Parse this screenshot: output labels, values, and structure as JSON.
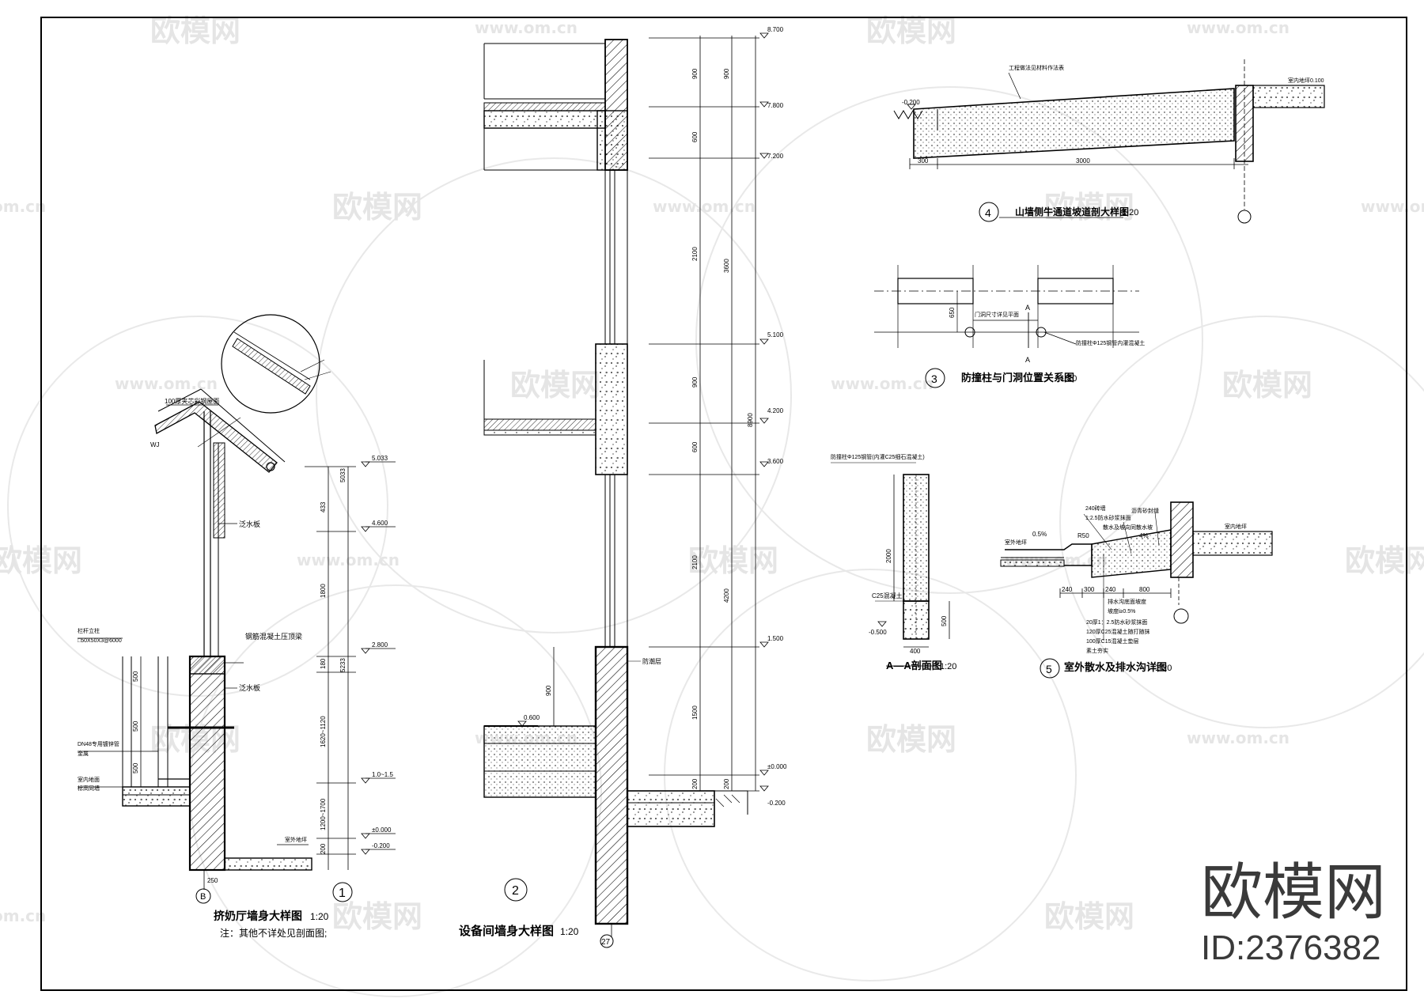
{
  "watermark": {
    "brand": "欧模网",
    "url": "www.om.cn",
    "url_short": "om.cn"
  },
  "brand_block": {
    "title": "欧模网",
    "id_text": "ID:2376382"
  },
  "detail1": {
    "number": "1",
    "title": "挤奶厅墙身大样图",
    "scale": "1:20",
    "note": "注：其他不详处见剖面图;",
    "axis": "B",
    "callout_roof": "100厚夹芯彩钢屋面",
    "callout_flash1": "泛水板",
    "callout_beam": "钢筋混凝土压顶梁",
    "callout_flash2": "泛水板",
    "callout_rail_1": "栏杆立柱",
    "callout_rail_2": "□50X50X3@6000",
    "callout_pipe_1": "DN48专用镀锌管",
    "callout_pipe_2": "金属",
    "callout_floor_1": "室内地面",
    "callout_floor_2": "标高同墙",
    "callout_out": "室外地坪",
    "callout_wj": "WJ",
    "dims": [
      "433",
      "1800",
      "180",
      "1620~1120",
      "1200~1700",
      "200",
      "5233",
      "5033",
      "500",
      "500",
      "500",
      "250"
    ],
    "elevs": [
      "5.033",
      "4.600",
      "2.800",
      "1.0~1.5",
      "±0.000",
      "-0.200"
    ]
  },
  "detail2": {
    "number": "2",
    "title": "设备间墙身大样图",
    "scale": "1:20",
    "axis": "27",
    "callout_wp": "防潮层",
    "elev_inside": "0.600",
    "dims": [
      "900",
      "900",
      "600",
      "2100",
      "3600",
      "900",
      "600",
      "2100",
      "4200",
      "1500",
      "200",
      "200",
      "8900",
      "900"
    ],
    "elevs": [
      "8.700",
      "7.800",
      "7.200",
      "5.100",
      "4.200",
      "3.600",
      "1.500",
      "±0.000",
      "-0.200"
    ]
  },
  "detail3": {
    "number": "3",
    "title": "防撞柱与门洞位置关系图",
    "scale": "1:20",
    "label_door": "门洞尺寸详见平面",
    "label_post": "防撞柱Φ125钢管内灌混凝土",
    "dim": "650",
    "sec": "A"
  },
  "detail4": {
    "number": "4",
    "title": "山墙侧牛通道坡道剖大样图",
    "scale": "1:20",
    "label_top": "工程做法见材料作法表",
    "label_right": "室内地坪0.100",
    "elev_left": "-0.200",
    "dims": [
      "300",
      "3000"
    ]
  },
  "detail5": {
    "number": "5",
    "title": "室外散水及排水沟详图",
    "scale": "1:20",
    "labels": [
      "240砖墙",
      "1:2.5防水砂浆抹面",
      "沥青砂封缝",
      "散水及坡向同散水坡",
      "室外地坪",
      "室内地坪",
      "排水沟底面坡度",
      "坡度i≥0.5%",
      "20厚1：2.5防水砂浆抹面",
      "120厚C25混凝土随打随抹",
      "100厚C15混凝土垫层",
      "素土夯实"
    ],
    "slope1": "0.5%",
    "slope2": "4%",
    "r": "R50",
    "dims": [
      "240",
      "300",
      "240",
      "800"
    ]
  },
  "sectionAA": {
    "title": "A—A剖面图",
    "scale": "1:20",
    "label_top": "防撞柱Φ125钢管(内灌C25细石混凝土)",
    "label_base": "C25混凝土",
    "elev": "-0.500",
    "dims": [
      "2000",
      "500",
      "400"
    ]
  }
}
